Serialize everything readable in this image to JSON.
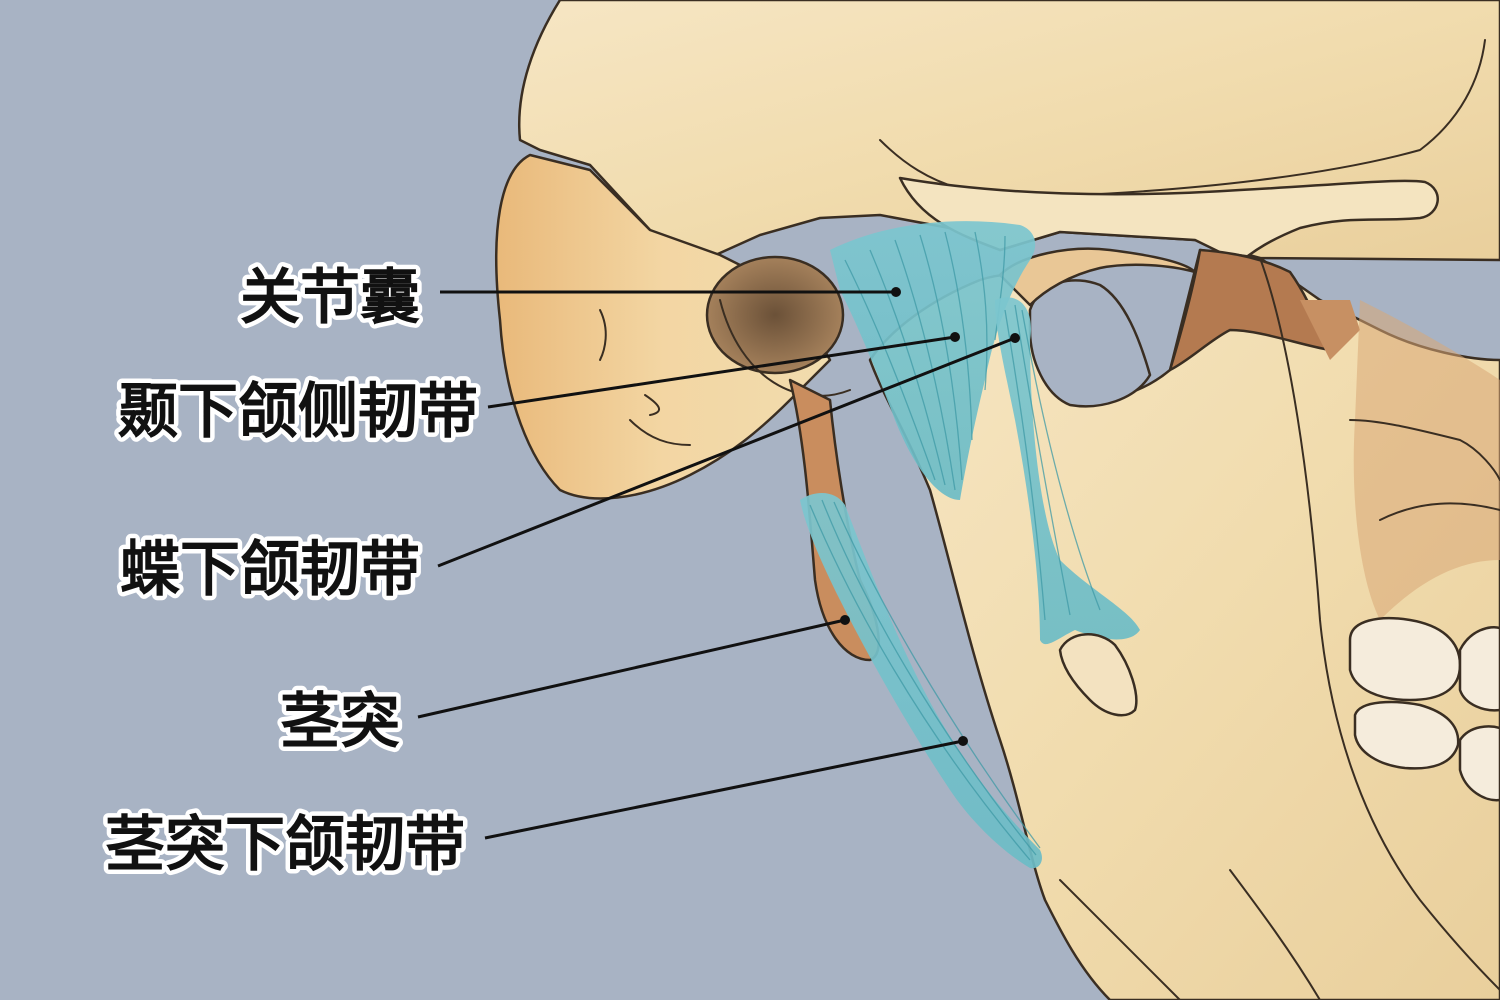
{
  "labels": {
    "capsule": "关节囊",
    "lateral_ligament": "颞下颌侧韧带",
    "sphenomandibular_ligament": "蝶下颌韧带",
    "styloid_process": "茎突",
    "stylomandibular_ligament": "茎突下颌韧带"
  },
  "colors": {
    "background": "#a8b3c4",
    "bone": "#f1dcae",
    "bone_shadow": "#c98d5e",
    "ligament": "#7cc6cf",
    "text": "#111111",
    "text_outline": "#ffffff"
  }
}
